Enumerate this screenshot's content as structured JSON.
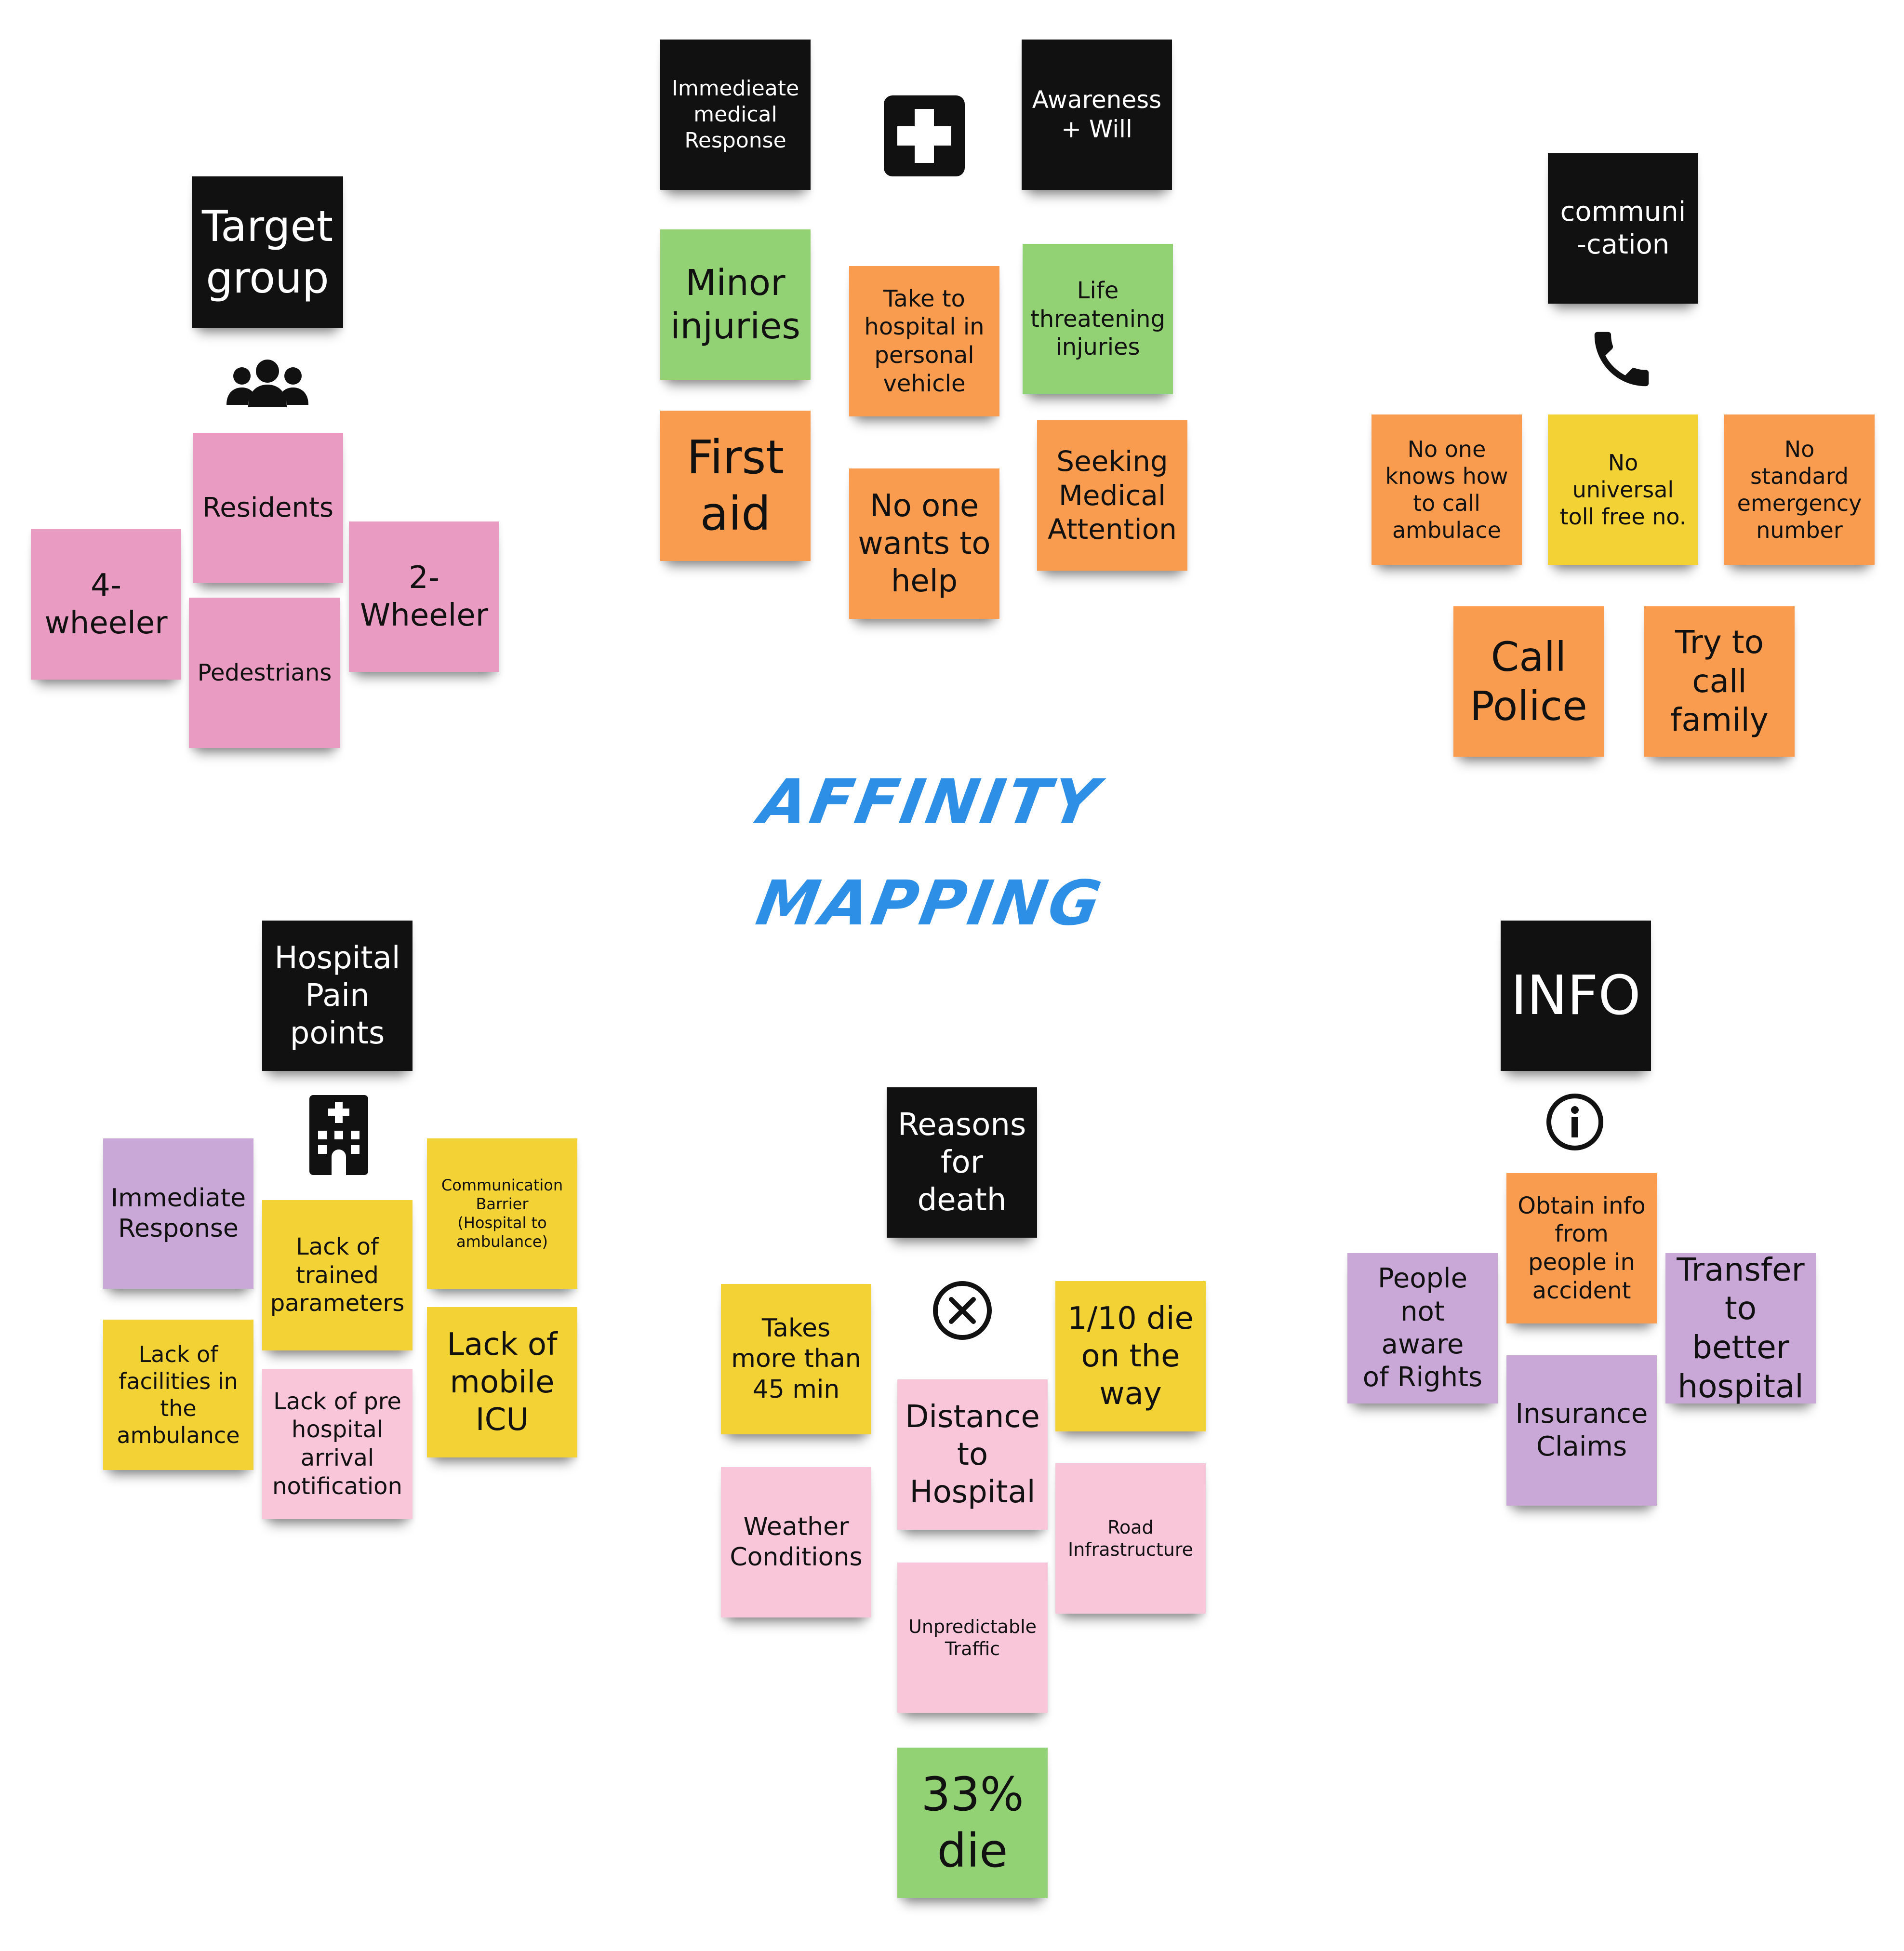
{
  "title": {
    "line1": "AFFINITY",
    "line2": "MAPPING"
  },
  "colors": {
    "title": "#2e8fe6",
    "black": "#111111",
    "pink": "#ea9bc2",
    "light_pink": "#f8c6d8",
    "green": "#93d175",
    "orange": "#fa9c4f",
    "yellow": "#f3d236",
    "purple": "#c9a8d8"
  },
  "icons": [
    "group-icon",
    "medical-cross-icon",
    "phone-icon",
    "hospital-building-icon",
    "circle-x-icon",
    "info-icon"
  ],
  "target_group": {
    "header": "Target\ngroup",
    "notes": [
      "Residents",
      "4-\nwheeler",
      "2-\nWheeler",
      "Pedestrians"
    ]
  },
  "medical": {
    "header_left": "Immedieate\nmedical\nResponse",
    "header_right": "Awareness\n+ Will",
    "notes": [
      "Minor\ninjuries",
      "Take to\nhospital in\npersonal\nvehicle",
      "Life\nthreatening\ninjuries",
      "First\naid",
      "No one\nwants to\nhelp",
      "Seeking\nMedical\nAttention"
    ]
  },
  "communication": {
    "header": "communi\n-cation",
    "notes": [
      "No one\nknows how\nto call\nambulace",
      "No\nuniversal\ntoll free no.",
      "No\nstandard\nemergency\nnumber",
      "Call\nPolice",
      "Try to\ncall\nfamily"
    ]
  },
  "hospital": {
    "header": "Hospital\nPain\npoints",
    "notes": [
      "Immediate\nResponse",
      "Lack of\ntrained\nparameters",
      "Communication\nBarrier\n(Hospital to\nambulance)",
      "Lack of\nfacilities in\nthe\nambulance",
      "Lack of pre\nhospital\narrival\nnotification",
      "Lack of\nmobile\nICU"
    ]
  },
  "reasons": {
    "header": "Reasons\nfor\ndeath",
    "notes": [
      "Takes\nmore than\n45 min",
      "1/10 die\non the\nway",
      "Distance\nto\nHospital",
      "Weather\nConditions",
      "Road\nInfrastructure",
      "Unpredictable\nTraffic",
      "33%\ndie"
    ]
  },
  "info": {
    "header": "INFO",
    "notes": [
      "Obtain info\nfrom\npeople in\naccident",
      "People\nnot aware\nof Rights",
      "Transfer\nto better\nhospital",
      "Insurance\nClaims"
    ]
  }
}
